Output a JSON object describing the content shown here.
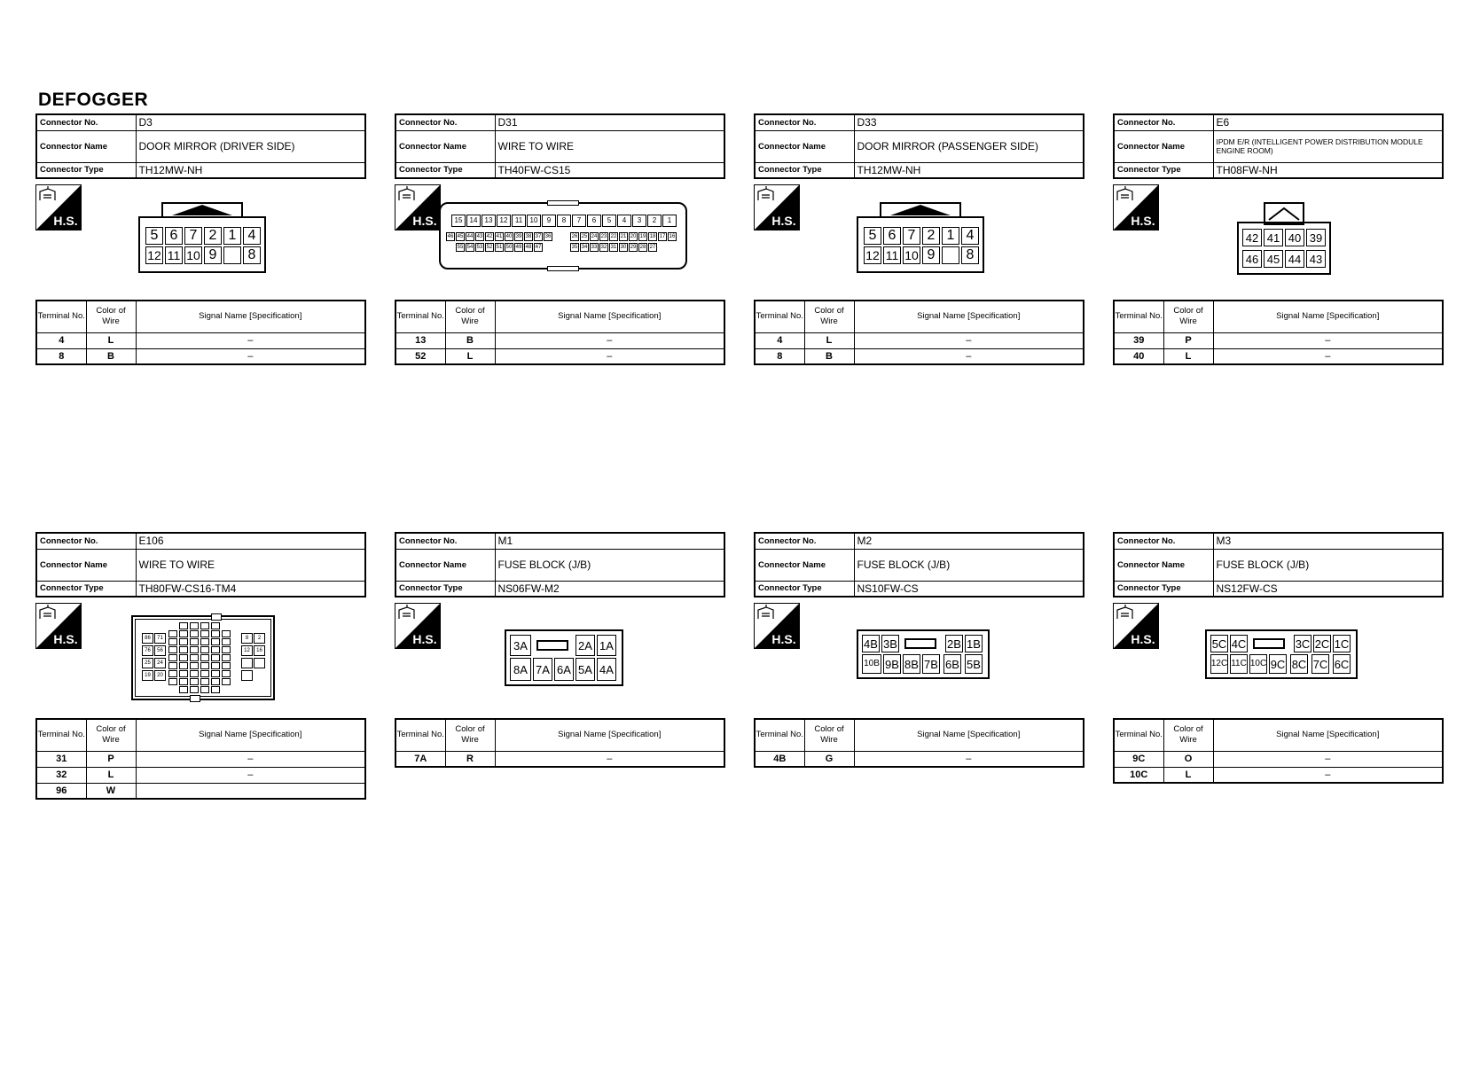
{
  "page": {
    "title": "DEFOGGER"
  },
  "labels": {
    "connector_no": "Connector No.",
    "connector_name": "Connector Name",
    "connector_type": "Connector Type",
    "hs": "H.S.",
    "terminal_no": "Terminal No.",
    "color_of_wire": "Color of Wire",
    "signal_name": "Signal Name [Specification]"
  },
  "connectors": [
    {
      "no": "D3",
      "name": "DOOR MIRROR (DRIVER SIDE)",
      "type": "TH12MW-NH",
      "top_row": [
        "5",
        "6",
        "7",
        "2",
        "1",
        "4"
      ],
      "bottom_row": [
        "12",
        "11",
        "10",
        "9",
        "",
        "8"
      ],
      "terminals": [
        {
          "no": "4",
          "color": "L",
          "signal": "–"
        },
        {
          "no": "8",
          "color": "B",
          "signal": "–"
        }
      ]
    },
    {
      "no": "D31",
      "name": "WIRE TO WIRE",
      "type": "TH40FW-CS15",
      "row1": [
        "15",
        "14",
        "13",
        "12",
        "11",
        "10",
        "9",
        "8",
        "7",
        "6",
        "5",
        "4",
        "3",
        "2",
        "1"
      ],
      "row2a": [
        "46",
        "45",
        "44",
        "43",
        "42",
        "41",
        "40",
        "39",
        "38",
        "37",
        "36"
      ],
      "row2b": [
        "26",
        "25",
        "24",
        "23",
        "22",
        "21",
        "20",
        "19",
        "18",
        "17",
        "16"
      ],
      "row3a": [
        "55",
        "54",
        "53",
        "52",
        "51",
        "50",
        "49",
        "48",
        "47"
      ],
      "row3b": [
        "35",
        "34",
        "33",
        "32",
        "31",
        "30",
        "29",
        "28",
        "27"
      ],
      "terminals": [
        {
          "no": "13",
          "color": "B",
          "signal": "–"
        },
        {
          "no": "52",
          "color": "L",
          "signal": "–"
        }
      ]
    },
    {
      "no": "D33",
      "name": "DOOR MIRROR (PASSENGER SIDE)",
      "type": "TH12MW-NH",
      "top_row": [
        "5",
        "6",
        "7",
        "2",
        "1",
        "4"
      ],
      "bottom_row": [
        "12",
        "11",
        "10",
        "9",
        "",
        "8"
      ],
      "terminals": [
        {
          "no": "4",
          "color": "L",
          "signal": "–"
        },
        {
          "no": "8",
          "color": "B",
          "signal": "–"
        }
      ]
    },
    {
      "no": "E6",
      "name": "IPDM E/R (INTELLIGENT POWER DISTRIBUTION MODULE ENGINE ROOM)",
      "type": "TH08FW-NH",
      "top_row": [
        "42",
        "41",
        "40",
        "39"
      ],
      "bottom_row": [
        "46",
        "45",
        "44",
        "43"
      ],
      "terminals": [
        {
          "no": "39",
          "color": "P",
          "signal": "–"
        },
        {
          "no": "40",
          "color": "L",
          "signal": "–"
        }
      ]
    },
    {
      "no": "E106",
      "name": "WIRE TO WIRE",
      "type": "TH80FW-CS16-TM4",
      "left_pins": [
        "86",
        "71",
        "76",
        "56",
        "25",
        "24",
        "19",
        "20"
      ],
      "right_pins": [
        "8",
        "2",
        "12",
        "16"
      ],
      "terminals": [
        {
          "no": "31",
          "color": "P",
          "signal": "–"
        },
        {
          "no": "32",
          "color": "L",
          "signal": "–"
        },
        {
          "no": "96",
          "color": "W",
          "signal": ""
        }
      ]
    },
    {
      "no": "M1",
      "name": "FUSE BLOCK (J/B)",
      "type": "NS06FW-M2",
      "top_row": [
        "3A",
        "",
        "2A",
        "1A"
      ],
      "bottom_row": [
        "8A",
        "7A",
        "6A",
        "5A",
        "4A"
      ],
      "terminals": [
        {
          "no": "7A",
          "color": "R",
          "signal": "–"
        }
      ]
    },
    {
      "no": "M2",
      "name": "FUSE BLOCK (J/B)",
      "type": "NS10FW-CS",
      "top_row": [
        "4B",
        "3B",
        "",
        "2B",
        "1B"
      ],
      "bottom_row": [
        "10B",
        "9B",
        "8B",
        "7B",
        "6B",
        "5B"
      ],
      "terminals": [
        {
          "no": "4B",
          "color": "G",
          "signal": "–"
        }
      ]
    },
    {
      "no": "M3",
      "name": "FUSE BLOCK (J/B)",
      "type": "NS12FW-CS",
      "top_row": [
        "5C",
        "4C",
        "",
        "3C",
        "2C",
        "1C"
      ],
      "bottom_row": [
        "12C",
        "11C",
        "10C",
        "9C",
        "8C",
        "7C",
        "6C"
      ],
      "terminals": [
        {
          "no": "9C",
          "color": "O",
          "signal": "–"
        },
        {
          "no": "10C",
          "color": "L",
          "signal": "–"
        }
      ]
    }
  ]
}
